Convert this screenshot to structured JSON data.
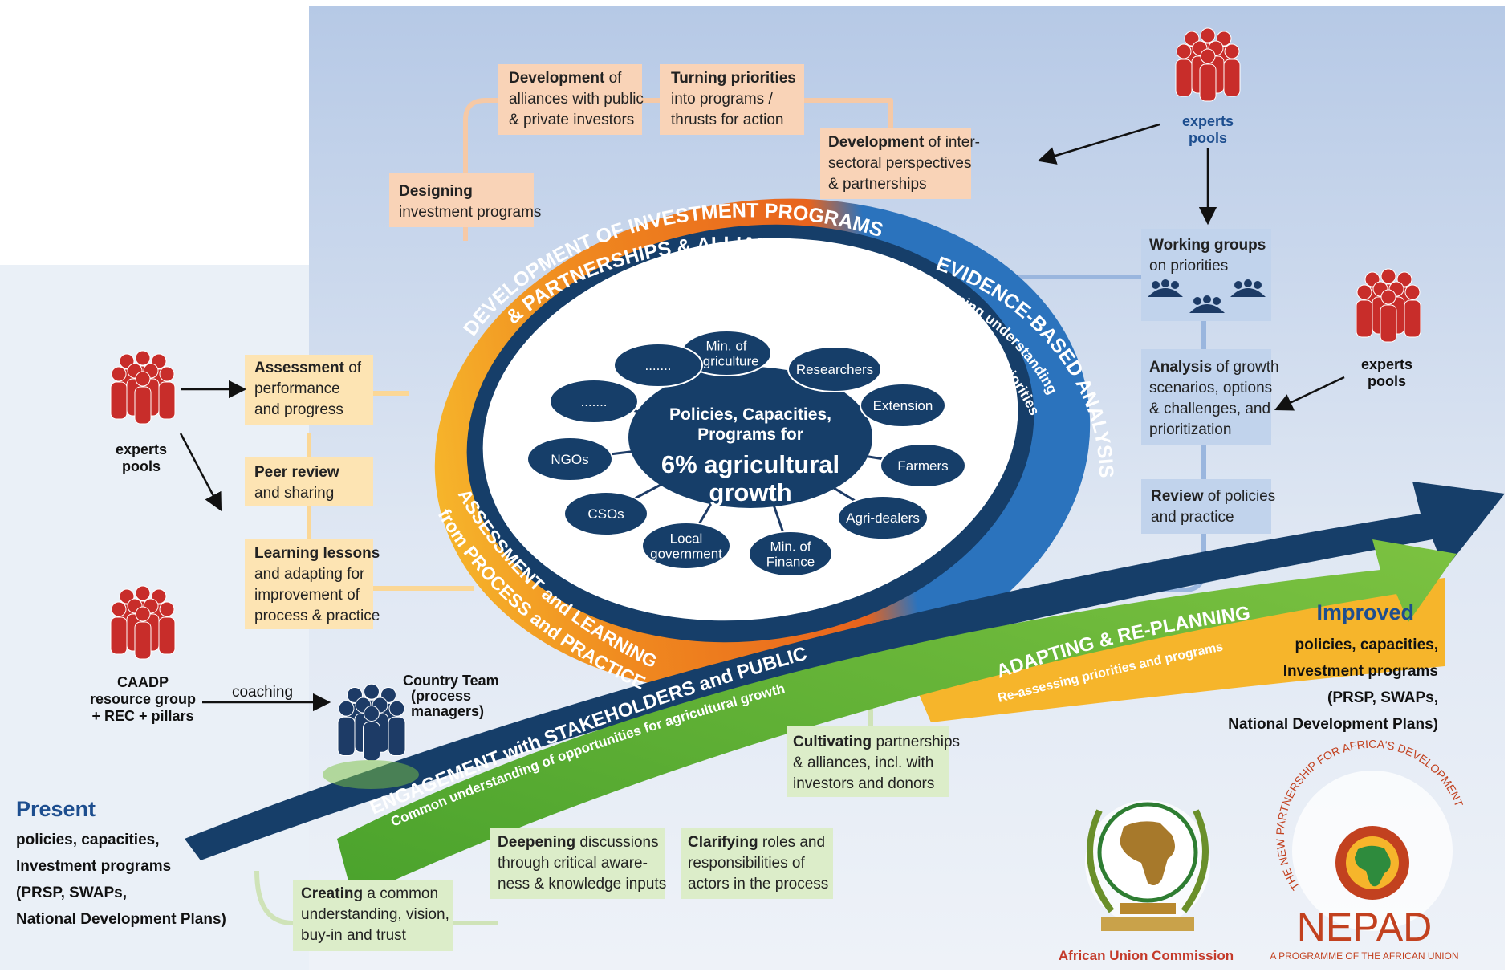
{
  "colors": {
    "background_top": "#b6c9e6",
    "background_bottom": "#eaf0f7",
    "orange": "#e86c1e",
    "yellow": "#f6b52b",
    "blue": "#2b73bd",
    "navy": "#163e69",
    "green": "#5fb035",
    "orange_box": "#f9d3b7",
    "yellow_box": "#fde4b3",
    "blue_box": "#c1d3ec",
    "green_box": "#dcedc9",
    "people_red": "#c82d2a",
    "people_navy": "#1d3b66",
    "nepad_red": "#c2411f"
  },
  "center": {
    "line1": "Policies, Capacities,",
    "line2": "Programs for",
    "line3": "6% agricultural",
    "line4": "growth"
  },
  "stakeholders": [
    {
      "lines": [
        "Min. of",
        "Agriculture"
      ]
    },
    {
      "lines": [
        "Researchers"
      ]
    },
    {
      "lines": [
        "Extension"
      ]
    },
    {
      "lines": [
        "Farmers"
      ]
    },
    {
      "lines": [
        "Agri-dealers"
      ]
    },
    {
      "lines": [
        "Min. of",
        "Finance"
      ]
    },
    {
      "lines": [
        "Local",
        "government"
      ]
    },
    {
      "lines": [
        "CSOs"
      ]
    },
    {
      "lines": [
        "NGOs"
      ]
    },
    {
      "lines": [
        "......."
      ]
    },
    {
      "lines": [
        "......."
      ]
    }
  ],
  "arcs": {
    "development_line1": "DEVELOPMENT OF INVESTMENT PROGRAMS",
    "development_line2": "& PARTNERSHIPS & ALLIANCES",
    "evidence_title": "EVIDENCE-BASED ANALYSIS",
    "evidence_sub1": "Deepening understanding",
    "evidence_sub2": "around common priorities",
    "assessment_line1": "ASSESSMENT and LEARNING",
    "assessment_line2": "from PROCESS and PRACTICE",
    "adapting_title": "ADAPTING & RE-PLANNING",
    "adapting_sub": "Re-assessing priorities and programs",
    "engagement_title": "ENGAGEMENT with STAKEHOLDERS and PUBLIC",
    "engagement_sub": "Common understanding of opportunities for agricultural growth"
  },
  "boxes": {
    "alliances": {
      "bold": "Development",
      "lines": [
        " of",
        "alliances with public",
        "& private investors"
      ]
    },
    "turning": {
      "bold": "Turning priorities",
      "lines": [
        "",
        "into programs /",
        "thrusts for action"
      ]
    },
    "intersectoral": {
      "bold": "Development",
      "lines": [
        " of inter-",
        "sectoral perspectives",
        "& partnerships"
      ]
    },
    "designing": {
      "bold": "Designing",
      "lines": [
        "",
        "investment programs"
      ]
    },
    "working": {
      "bold": "Working groups",
      "lines": [
        "",
        "on priorities"
      ]
    },
    "analysis": {
      "bold": "Analysis",
      "lines": [
        " of growth",
        "scenarios, options",
        "& challenges, and",
        "prioritization"
      ]
    },
    "review": {
      "bold": "Review",
      "lines": [
        " of policies",
        "and practice"
      ]
    },
    "assessment": {
      "bold": "Assessment",
      "lines": [
        " of",
        "performance",
        "and progress"
      ]
    },
    "peer": {
      "bold": "Peer review",
      "lines": [
        "",
        "and sharing"
      ]
    },
    "learning": {
      "bold": "Learning lessons",
      "lines": [
        "",
        "and adapting for",
        "improvement of",
        "process & practice"
      ]
    },
    "cultivating": {
      "bold": "Cultivating",
      "lines": [
        " partnerships",
        "& alliances, incl. with",
        "investors and donors"
      ]
    },
    "clarifying": {
      "bold": "Clarifying",
      "lines": [
        " roles and",
        "responsibilities of",
        "actors in the process"
      ]
    },
    "deepening": {
      "bold": "Deepening",
      "lines": [
        " discussions",
        "through critical aware-",
        "ness & knowledge inputs"
      ]
    },
    "creating": {
      "bold": "Creating",
      "lines": [
        " a common",
        "understanding, vision,",
        "buy-in and trust"
      ]
    }
  },
  "experts": {
    "top_right": [
      "experts",
      "pools"
    ],
    "right": [
      "experts",
      "pools"
    ],
    "left": [
      "experts",
      "pools"
    ]
  },
  "caadp": [
    "CAADP",
    "resource group",
    "+ REC + pillars"
  ],
  "coaching": "coaching",
  "country_team": [
    "Country Team",
    "(process",
    "managers)"
  ],
  "present": {
    "title": "Present",
    "lines": [
      "policies, capacities,",
      "Investment programs",
      "(PRSP, SWAPs,",
      "National Development Plans)"
    ]
  },
  "improved": {
    "title": "Improved",
    "lines": [
      "policies, capacities,",
      "Investment programs",
      "(PRSP, SWAPs,",
      "National Development Plans)"
    ]
  },
  "logos": {
    "au_caption": "African Union Commission",
    "nepad_ring": "THE NEW PARTNERSHIP FOR AFRICA'S DEVELOPMENT",
    "nepad_word": "NEPAD",
    "nepad_caption": "A PROGRAMME OF THE AFRICAN UNION"
  }
}
